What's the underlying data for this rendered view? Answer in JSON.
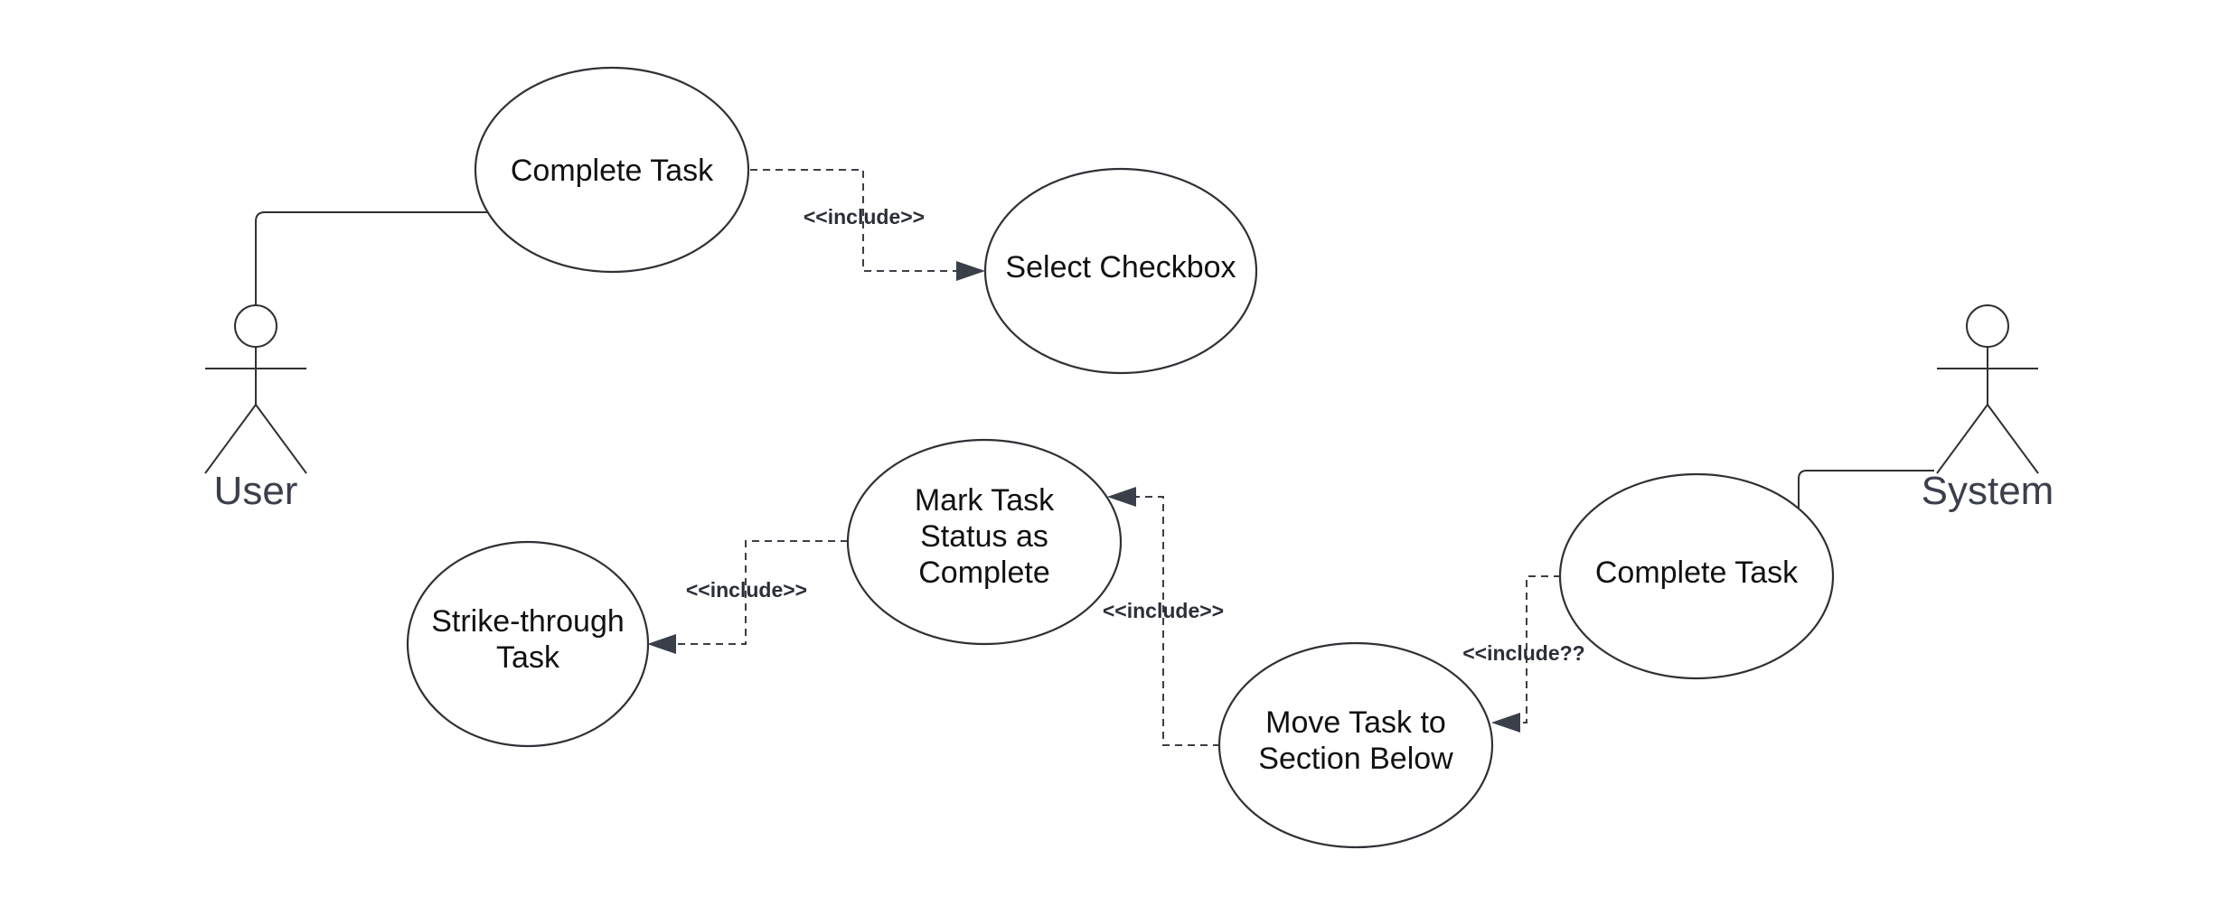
{
  "actors": {
    "user": "User",
    "system": "System"
  },
  "use_cases": {
    "complete_task_user": [
      "Complete Task"
    ],
    "select_checkbox": [
      "Select Checkbox"
    ],
    "mark_status": [
      "Mark Task",
      "Status as",
      "Complete"
    ],
    "strike_through": [
      "Strike-through",
      "Task"
    ],
    "complete_task_system": [
      "Complete Task"
    ],
    "move_task": [
      "Move Task to",
      "Section Below"
    ]
  },
  "relationships": {
    "include_select": "<<include>>",
    "include_strike": "<<include>>",
    "include_mark": "<<include>>",
    "include_move": "<<include??"
  }
}
